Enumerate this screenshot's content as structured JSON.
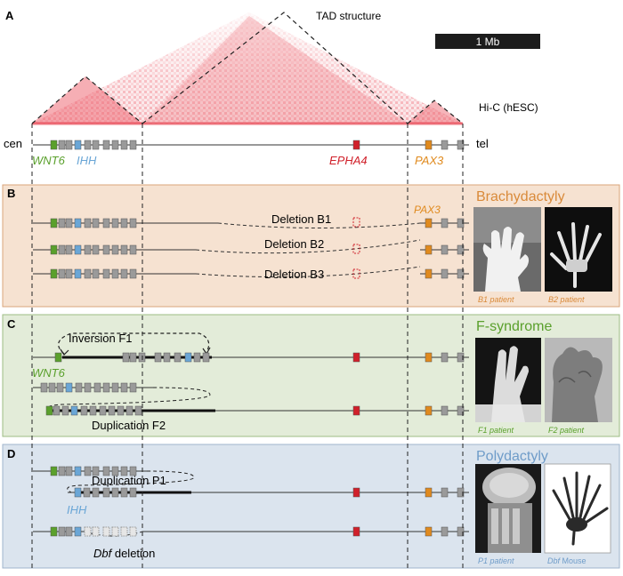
{
  "colors": {
    "wnt6": "#5aa02c",
    "ihh": "#6aa6d6",
    "epha4": "#d0202a",
    "pax3": "#e08a1e",
    "gene_grey": "#9a9a9a",
    "panel_b_bg": "#f6e2d1",
    "panel_b_border": "#d9a57a",
    "panel_c_bg": "#e3ecd9",
    "panel_c_border": "#9cbc84",
    "panel_d_bg": "#dbe4ee",
    "panel_d_border": "#9fb4cc",
    "hic_red": "#e8424f",
    "brachy_title": "#d98a3a",
    "fsyn_title": "#5aa02c",
    "poly_title": "#6f9cc9"
  },
  "panel_a": {
    "letter": "A",
    "tad_title": "TAD structure",
    "scale_bar_label": "1 Mb",
    "hic_label": "Hi-C (hESC)",
    "cen_label": "cen",
    "tel_label": "tel",
    "gene_wnt6": "WNT6",
    "gene_ihh": "IHH",
    "gene_epha4": "EPHA4",
    "gene_pax3": "PAX3"
  },
  "panel_b": {
    "letter": "B",
    "title": "Brachydactyly",
    "pax3_label": "PAX3",
    "deletions": [
      "Deletion B1",
      "Deletion B2",
      "Deletion B3"
    ],
    "captions": [
      "B1 patient",
      "B2 patient"
    ]
  },
  "panel_c": {
    "letter": "C",
    "title": "F-syndrome",
    "inversion_label": "Inversion F1",
    "wnt6_label": "WNT6",
    "duplication_label": "Duplication F2",
    "captions": [
      "F1 patient",
      "F2 patient"
    ]
  },
  "panel_d": {
    "letter": "D",
    "title": "Polydactyly",
    "duplication_label": "Duplication P1",
    "ihh_label": "IHH",
    "dbf_italic": "Dbf",
    "dbf_rest": " deletion",
    "captions": [
      "P1 patient",
      "Mouse"
    ],
    "caption_prefix_italic": "Dbf"
  }
}
